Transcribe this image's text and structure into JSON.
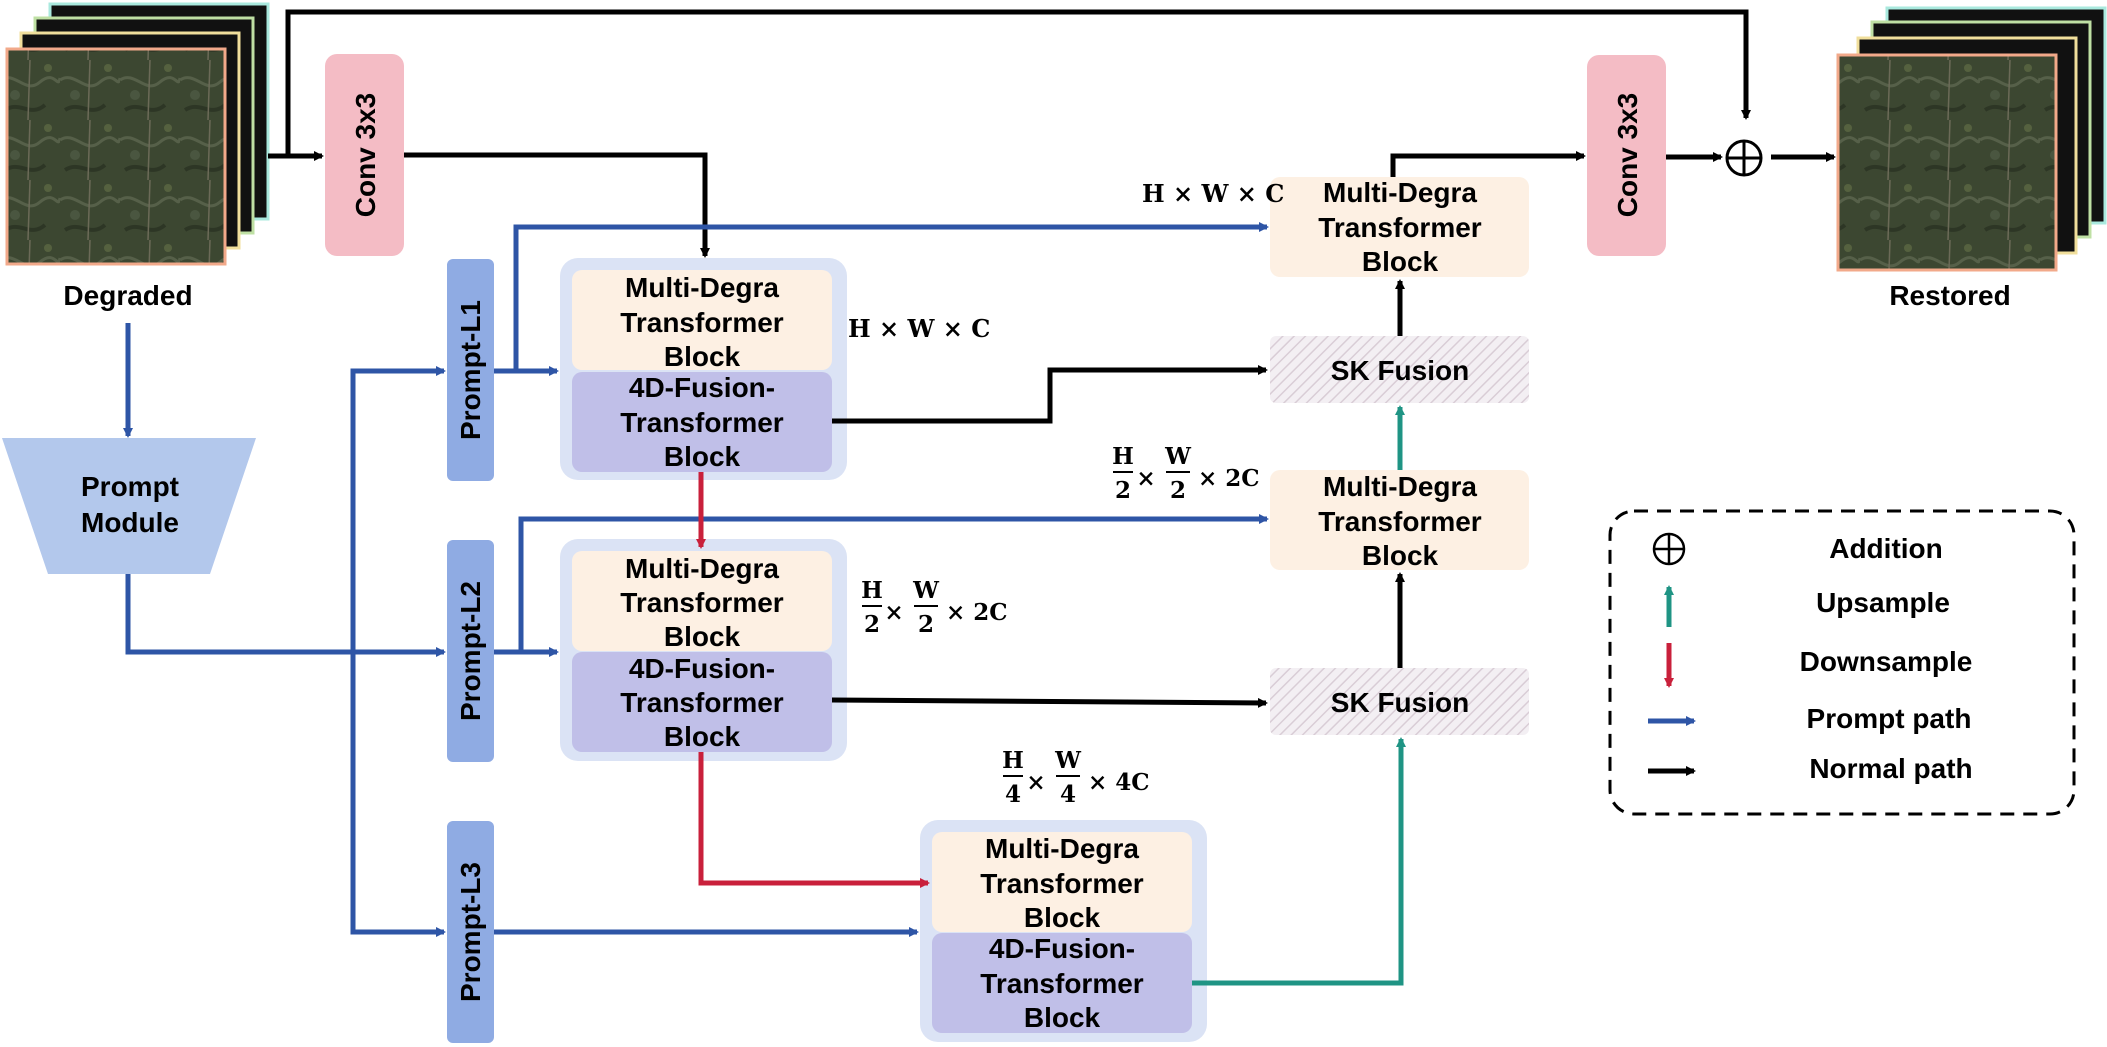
{
  "colors": {
    "conv_fill": "#f4bcc5",
    "prompt_fill": "#8fabe3",
    "module_bg": "#dbe3f5",
    "mdtb_fill": "#fdf0e3",
    "fusion_fill": "#c0bfe8",
    "sk_fill": "#f1edf1",
    "prompt_module_fill": "#b3c8ec",
    "prompt_path": "#2e55a6",
    "normal_path": "#000000",
    "upsample": "#1f9484",
    "downsample": "#c9203b",
    "degraded_border": "#f2a98a",
    "stack_colors": [
      "#a9e9de",
      "#bfe0a4",
      "#f1df9c"
    ],
    "terrain": "#3e4a33"
  },
  "images": {
    "degraded_label": "Degraded",
    "restored_label": "Restored"
  },
  "conv": {
    "left_label": "Conv 3x3",
    "right_label": "Conv 3x3"
  },
  "prompt_module": {
    "line1": "Prompt",
    "line2": "Module"
  },
  "prompts": {
    "l1": "Prompt-L1",
    "l2": "Prompt-L2",
    "l3": "Prompt-L3"
  },
  "blocks": {
    "mdtb": [
      "Multi-Degra",
      "Transformer",
      "Block"
    ],
    "fusion": [
      "4D-Fusion-",
      "Transformer",
      "Block"
    ],
    "sk": "SK Fusion"
  },
  "dims": {
    "level1": "H × W × C",
    "level1_decoder": "H × W × C",
    "h": "H",
    "w": "W",
    "den2": "2",
    "den4": "4",
    "times": "×",
    "c2": "× 2C",
    "c4": "× 4C"
  },
  "legend": {
    "addition_symbol": "⊕",
    "items": [
      {
        "icon": "addition",
        "label": "Addition"
      },
      {
        "icon": "upsample-arrow",
        "label": "Upsample"
      },
      {
        "icon": "downsample-arrow",
        "label": "Downsample"
      },
      {
        "icon": "prompt-path-arrow",
        "label": "Prompt path"
      },
      {
        "icon": "normal-path-arrow",
        "label": "Normal path"
      }
    ]
  }
}
